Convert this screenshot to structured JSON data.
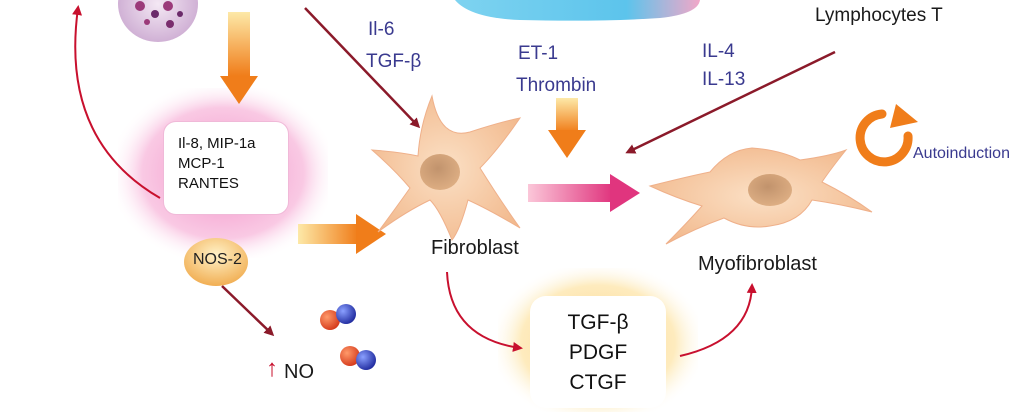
{
  "labels": {
    "lymphocytes": "Lymphocytes T",
    "il6": "Il-6",
    "tgfb_top": "TGF-β",
    "et1": "ET-1",
    "thrombin": "Thrombin",
    "il4": "IL-4",
    "il13": "IL-13",
    "autoinduction": "Autoinduction",
    "fibroblast": "Fibroblast",
    "myofibroblast": "Myofibroblast",
    "nos2": "NOS-2",
    "no": "NO",
    "no_arrow": "↑"
  },
  "chemokines": [
    "Il-8, MIP-1a",
    "MCP-1",
    "RANTES"
  ],
  "growth_factors": [
    "TGF-β",
    "PDGF",
    "CTGF"
  ],
  "colors": {
    "label_blue": "#3a3a8f",
    "arrow_dark_red": "#8b1a2a",
    "curve_red": "#c8102e",
    "orange": "#f08a1c",
    "magenta": "#e0357e",
    "cell": "#f4c49b",
    "pink_glow": "#f7b2d8",
    "yellow_glow": "#fde3a2"
  }
}
